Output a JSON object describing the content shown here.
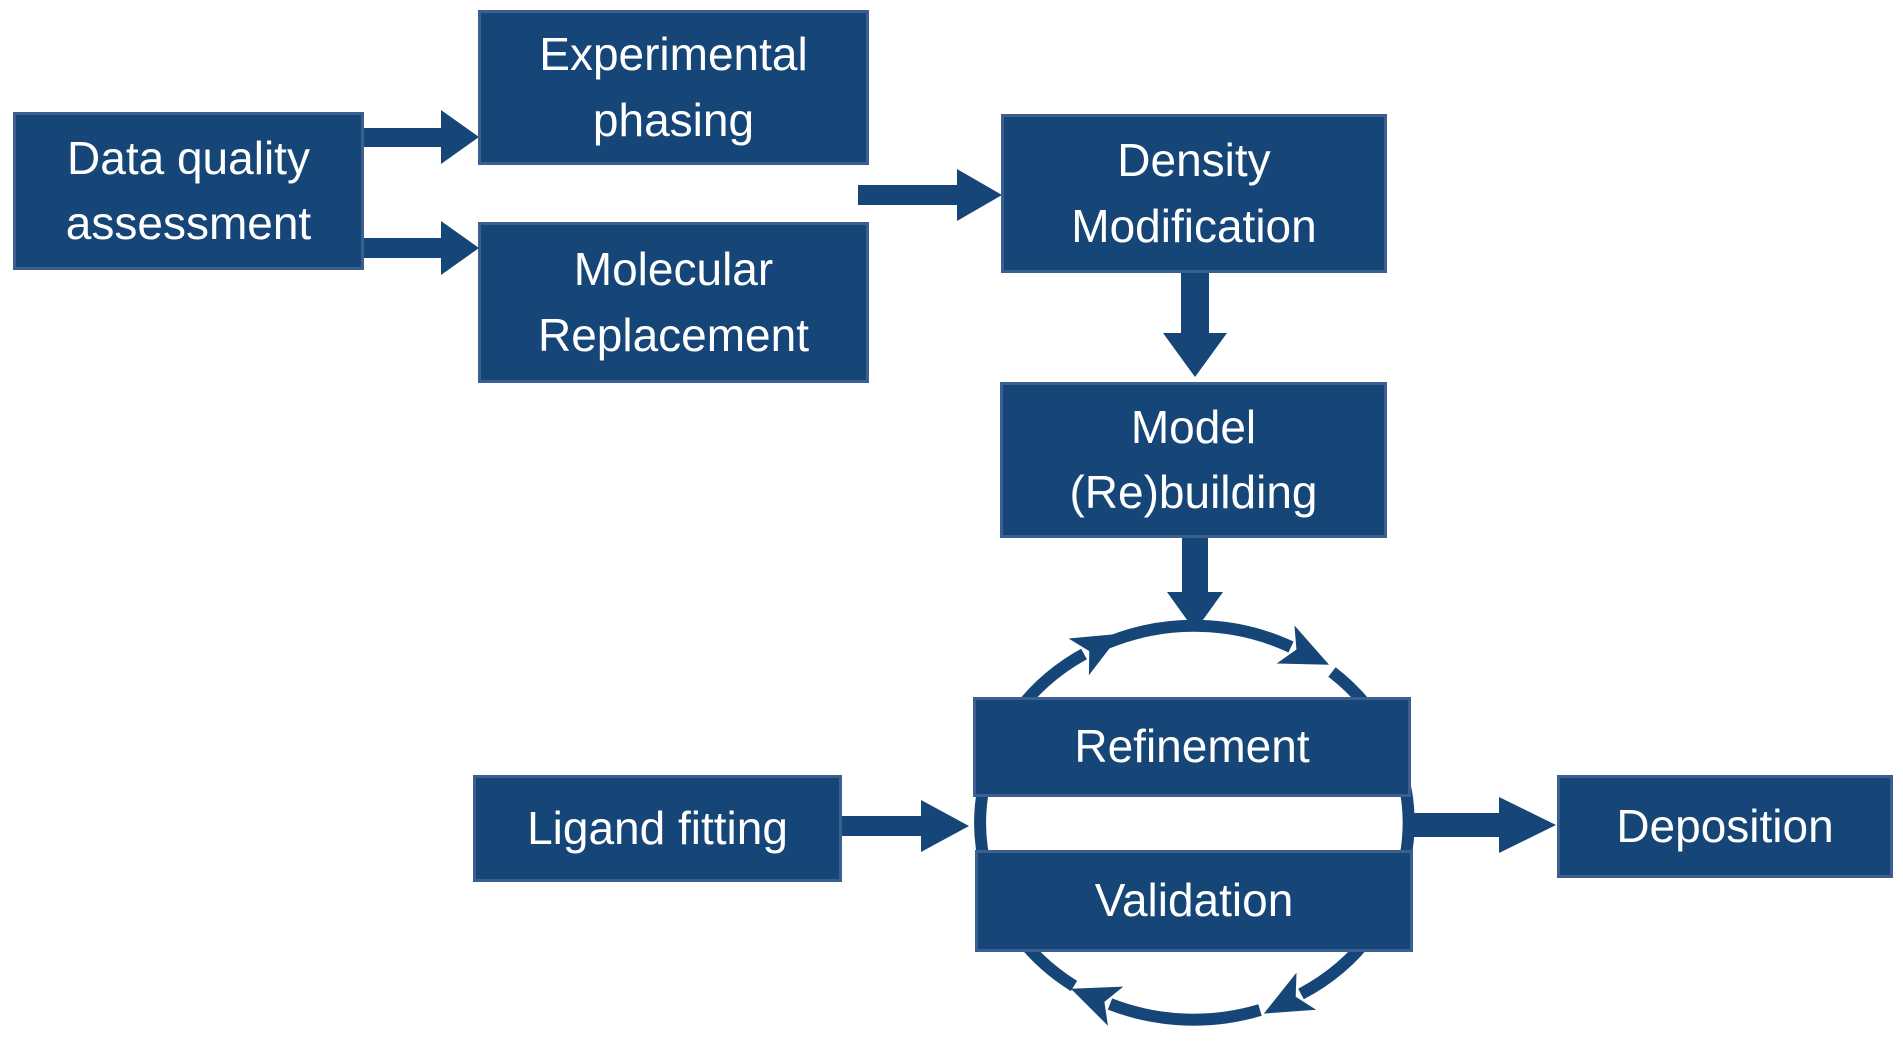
{
  "diagram": {
    "description": "Flowchart of a crystallographic structure determination workflow",
    "colors": {
      "background": "#FFFFFF",
      "box_fill": "#164577",
      "box_border": "#3C5F92",
      "arrow": "#164577",
      "text": "#FFFFFF"
    },
    "boxes": [
      {
        "id": "data-quality-assessment",
        "lines": [
          "Data quality",
          "assessment"
        ]
      },
      {
        "id": "experimental-phasing",
        "lines": [
          "Experimental",
          "phasing"
        ]
      },
      {
        "id": "molecular-replacement",
        "lines": [
          "Molecular",
          "Replacement"
        ]
      },
      {
        "id": "density-modification",
        "lines": [
          "Density",
          "Modification"
        ]
      },
      {
        "id": "model-rebuilding",
        "lines": [
          "Model",
          "(Re)building"
        ]
      },
      {
        "id": "refinement",
        "lines": [
          "Refinement"
        ]
      },
      {
        "id": "validation",
        "lines": [
          "Validation"
        ]
      },
      {
        "id": "ligand-fitting",
        "lines": [
          "Ligand fitting"
        ]
      },
      {
        "id": "deposition",
        "lines": [
          "Deposition"
        ]
      }
    ],
    "connections": [
      {
        "from": "data-quality-assessment",
        "to": "experimental-phasing",
        "type": "straight-arrow"
      },
      {
        "from": "data-quality-assessment",
        "to": "molecular-replacement",
        "type": "straight-arrow"
      },
      {
        "from": "experimental-phasing|molecular-replacement",
        "to": "density-modification",
        "type": "straight-arrow"
      },
      {
        "from": "density-modification",
        "to": "model-rebuilding",
        "type": "straight-arrow"
      },
      {
        "from": "model-rebuilding",
        "to": "refinement-validation-cycle",
        "type": "straight-arrow"
      },
      {
        "from": "ligand-fitting",
        "to": "refinement-validation-cycle",
        "type": "straight-arrow"
      },
      {
        "from": "refinement-validation-cycle",
        "to": "deposition",
        "type": "straight-arrow"
      },
      {
        "between": [
          "refinement",
          "validation"
        ],
        "type": "clockwise-cycle",
        "arrowheads": 4
      }
    ]
  }
}
